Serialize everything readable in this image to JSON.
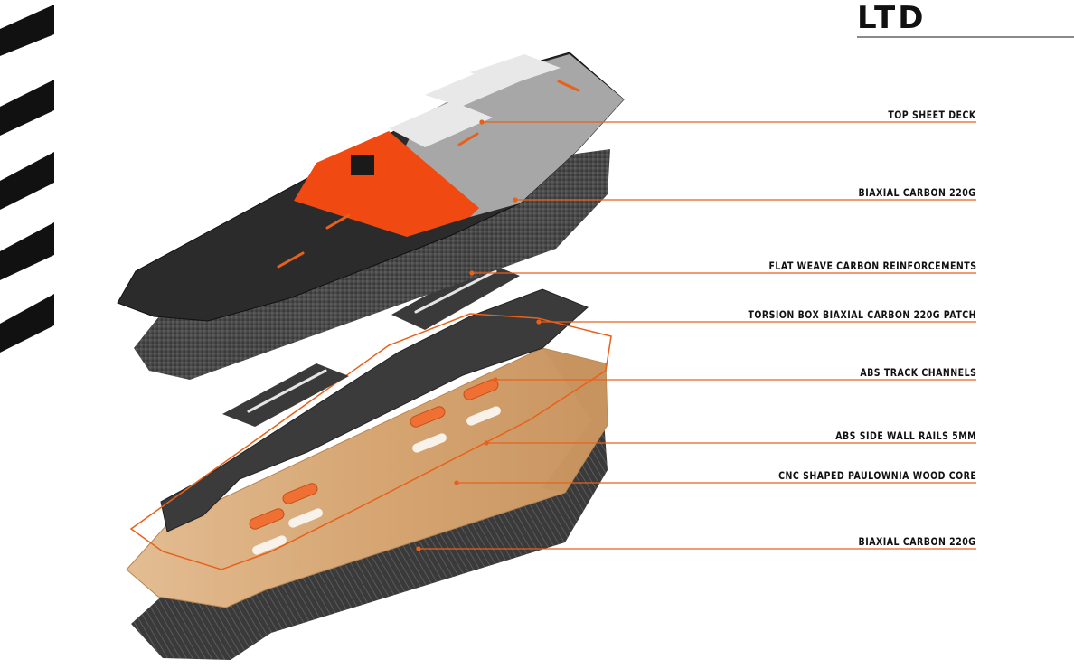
{
  "title": "LTD",
  "colors": {
    "accent": "#e8611a",
    "carbon_dark": "#2b2b2b",
    "carbon_mid": "#3d3d3d",
    "wood": "#d9ac7c",
    "orange_panel": "#f04a12",
    "grey_panel": "#a7a7a7"
  },
  "layers": [
    {
      "id": "top-sheet-deck",
      "label": "TOP SHEET DECK"
    },
    {
      "id": "biaxial-carbon-top",
      "label": "BIAXIAL CARBON 220g"
    },
    {
      "id": "flat-weave-reinforcements",
      "label": "FLAT WEAVE CARBON REINFORCEMENTS"
    },
    {
      "id": "torsion-box-patch",
      "label": "TORSION BOX BIAXIAL CARBON 220g PATCH"
    },
    {
      "id": "abs-track-channels",
      "label": "ABS TRACK CHANNELS"
    },
    {
      "id": "abs-side-wall-rails",
      "label": "ABS SIDE WALL RAILS 5mm"
    },
    {
      "id": "paulownia-wood-core",
      "label": "CNC SHAPED PAULOWNIA WOOD CORE"
    },
    {
      "id": "biaxial-carbon-bottom",
      "label": "BIAXIAL CARBON 220g"
    }
  ]
}
